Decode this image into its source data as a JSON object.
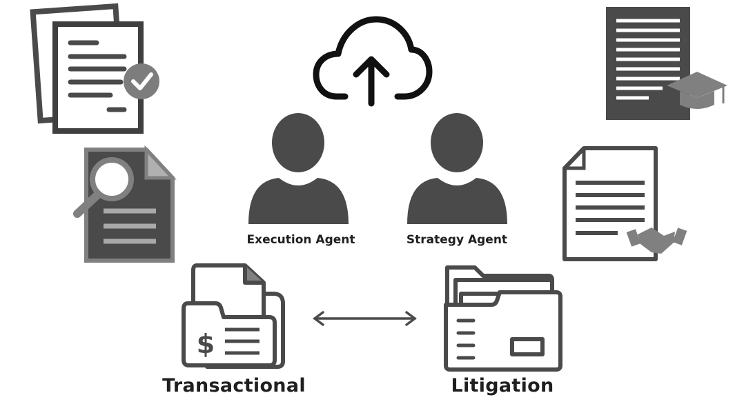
{
  "agents": [
    {
      "label": "Execution Agent"
    },
    {
      "label": "Strategy Agent"
    }
  ],
  "categories": [
    {
      "label": "Transactional"
    },
    {
      "label": "Litigation"
    }
  ],
  "icons": {
    "top_center": "cloud-upload-icon",
    "top_left": "approved-documents-icon",
    "mid_left": "document-search-icon",
    "top_right": "education-document-icon",
    "mid_right": "contract-handshake-icon",
    "bottom_left": "financial-documents-icon",
    "bottom_right": "case-folder-icon",
    "connector": "bidirectional-arrow-icon"
  },
  "colors": {
    "dark": "#4a4a4a",
    "outline": "#3d3d3d",
    "accent_gray": "#808080",
    "light_gray": "#bcbcbc",
    "background": "#ffffff"
  }
}
